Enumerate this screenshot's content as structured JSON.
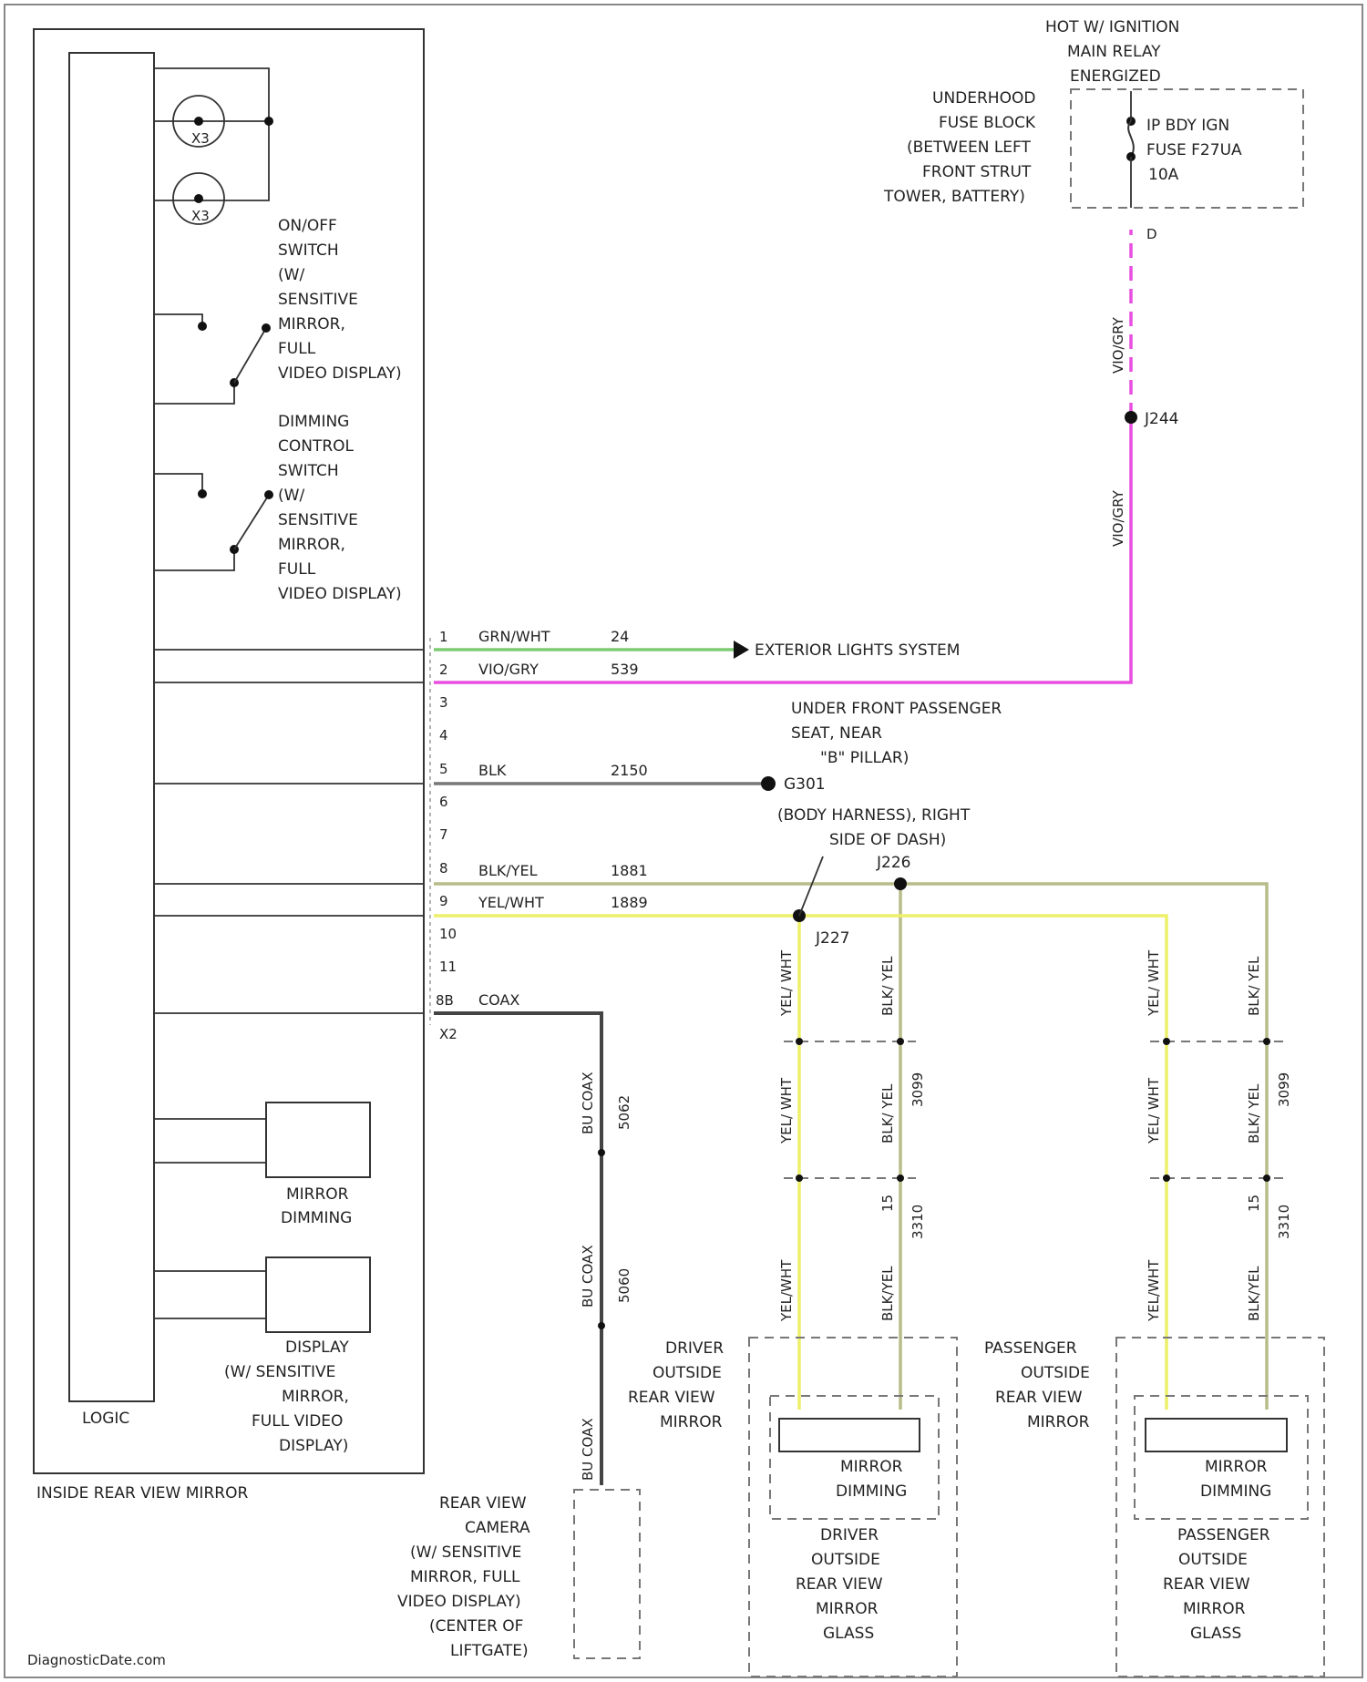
{
  "relay": {
    "title_lines": [
      "HOT W/ IGNITION",
      "MAIN RELAY",
      "ENERGIZED"
    ],
    "location_lines": [
      "UNDERHOOD",
      "FUSE BLOCK",
      "(BETWEEN LEFT",
      "FRONT STRUT",
      "TOWER, BATTERY)"
    ],
    "fuse_lines": [
      "IP BDY IGN",
      "FUSE F27UA",
      "10A"
    ],
    "pin": "D"
  },
  "splice_main": "J244",
  "switches": {
    "onoff": [
      "ON/OFF",
      "SWITCH",
      "(W/",
      " SENSITIVE",
      "MIRROR,",
      "FULL",
      "VIDEO DISPLAY)"
    ],
    "dimming": [
      "DIMMING",
      "CONTROL",
      "SWITCH",
      "(W/",
      " SENSITIVE",
      "MIRROR,",
      "FULL",
      "VIDEO DISPLAY)"
    ]
  },
  "indicators": [
    "X3",
    "X3"
  ],
  "connector_pins": [
    "1",
    "2",
    "3",
    "4",
    "5",
    "6",
    "7",
    "8",
    "9",
    "10",
    "11",
    "8B",
    "X2"
  ],
  "wires": {
    "w1": {
      "color": "GRN/WHT",
      "circuit": "24",
      "dest": "EXTERIOR LIGHTS SYSTEM"
    },
    "w2": {
      "color": "VIO/GRY",
      "circuit": "539"
    },
    "w5": {
      "color": "BLK",
      "circuit": "2150",
      "ground": "G301"
    },
    "w8": {
      "color": "BLK/YEL",
      "circuit": "1881"
    },
    "w9": {
      "color": "YEL/WHT",
      "circuit": "1889"
    },
    "w_coax": {
      "color": "COAX"
    }
  },
  "vertical_labels": {
    "vio_gry": "VIO/GRY",
    "coax1": "BU  COAX",
    "coax1_id": "5062",
    "coax2": "BU  COAX",
    "coax2_id": "5060",
    "coax3": "BU  COAX",
    "yel_wht": "YEL/ WHT",
    "blk_yel": "BLK/ YEL",
    "circ_a": "3099",
    "circ_b": "3310",
    "yel_wht_long": "YEL/WHT",
    "blk_yel_long": "BLK/YEL",
    "pin_15": "15"
  },
  "ground_loc": [
    "UNDER FRONT PASSENGER",
    "SEAT, NEAR",
    "\"B\" PILLAR)"
  ],
  "splice_labels": {
    "body_harness": [
      "(BODY HARNESS), RIGHT",
      "SIDE OF DASH)"
    ],
    "j226": "J226",
    "j227": "J227"
  },
  "mirror_internal": {
    "mirror_dimming": [
      "MIRROR",
      "DIMMING"
    ],
    "display": [
      "DISPLAY",
      "(W/ SENSITIVE",
      "MIRROR,",
      "FULL VIDEO",
      "DISPLAY)"
    ],
    "logic": "LOGIC",
    "title": "INSIDE REAR VIEW MIRROR"
  },
  "camera": [
    "REAR VIEW",
    "CAMERA",
    "(W/ SENSITIVE",
    "MIRROR, FULL",
    "VIDEO DISPLAY)",
    "(CENTER OF",
    "LIFTGATE)"
  ],
  "driver": {
    "label": [
      "DRIVER",
      "OUTSIDE",
      "REAR VIEW",
      "MIRROR"
    ],
    "inner": [
      "MIRROR",
      "DIMMING"
    ],
    "glass": [
      "DRIVER",
      "OUTSIDE",
      "REAR VIEW",
      "MIRROR",
      "GLASS"
    ]
  },
  "passenger": {
    "label": [
      "PASSENGER",
      "OUTSIDE",
      "REAR VIEW",
      "MIRROR"
    ],
    "inner": [
      "MIRROR",
      "DIMMING"
    ],
    "glass": [
      "PASSENGER",
      "OUTSIDE",
      "REAR VIEW",
      "MIRROR",
      "GLASS"
    ]
  },
  "watermark": "DiagnosticDate.com",
  "colors": {
    "grn_wht": "#7ccb72",
    "vio_gry": "#e84fe0",
    "blk": "#777777",
    "blk_yel": "#b8bc8a",
    "yel_wht": "#eef06a",
    "coax": "#444444"
  }
}
